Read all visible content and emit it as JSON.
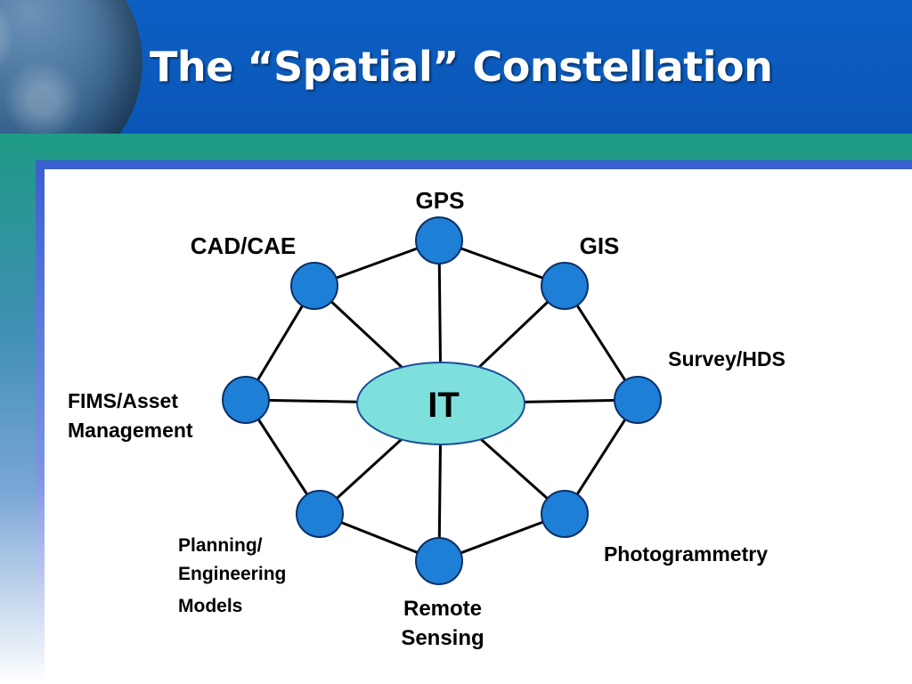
{
  "header": {
    "title": "The “Spatial” Constellation"
  },
  "colors": {
    "header_bg": "#0d5fc4",
    "teal": "#1e9a86",
    "node_fill": "#1e7fd6",
    "hub_fill": "#7ee0dc"
  },
  "diagram": {
    "hub": {
      "label": "IT"
    },
    "nodes": [
      {
        "id": "gps",
        "label": "GPS"
      },
      {
        "id": "gis",
        "label": "GIS"
      },
      {
        "id": "survey",
        "label": "Survey/HDS"
      },
      {
        "id": "photogrammetry",
        "label": "Photogrammetry"
      },
      {
        "id": "remote",
        "label_lines": [
          "Remote",
          "Sensing"
        ]
      },
      {
        "id": "planning",
        "label_lines": [
          "Planning/",
          "Engineering",
          "Models"
        ]
      },
      {
        "id": "fims",
        "label_lines": [
          "FIMS/Asset",
          "Management"
        ]
      },
      {
        "id": "cad",
        "label": "CAD/CAE"
      }
    ]
  }
}
